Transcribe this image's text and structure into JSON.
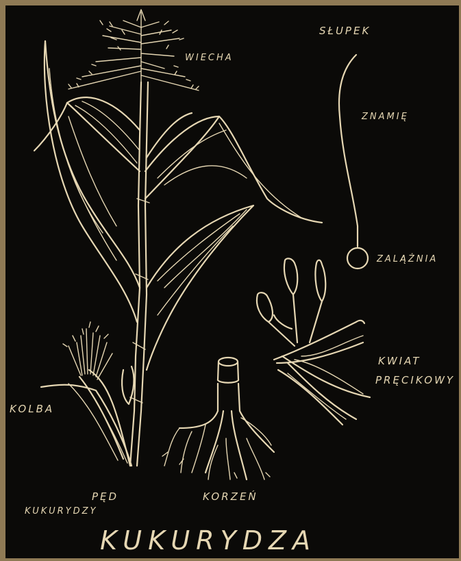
{
  "labels": {
    "wiecha": "WIECHA",
    "slupek": "SŁUPEK",
    "znamie": "ZNAMIĘ",
    "zalaznia": "ZALĄŻNIA",
    "kwiat": "KWIAT",
    "precikowy": "PRĘCIKOWY",
    "kolba": "KOLBA",
    "ped": "PĘD",
    "kukurydzy": "KUKURYDZY",
    "korzen": "KORZEŃ"
  },
  "title": "KUKURYDZA",
  "colors": {
    "chalk": "#e6d7b3",
    "board": "#0b0a08",
    "frame": "#8f7a55"
  }
}
